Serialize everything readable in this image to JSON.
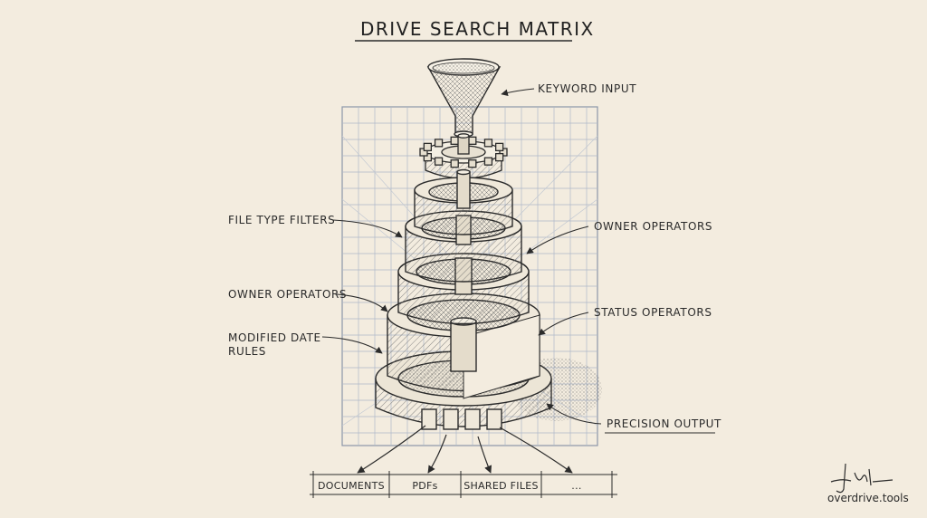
{
  "title": "DRIVE SEARCH MATRIX",
  "labels": {
    "keyword_input": "KEYWORD INPUT",
    "file_type_filters": "FILE TYPE FILTERS",
    "owner_operators_right": "OWNER OPERATORS",
    "owner_operators_left": "OWNER OPERATORS",
    "status_operators": "STATUS OPERATORS",
    "modified_date_rules_line1": "MODIFIED DATE",
    "modified_date_rules_line2": "RULES",
    "precision_output": "PRECISION OUTPUT"
  },
  "output_bins": [
    "DOCUMENTS",
    "PDFs",
    "SHARED FILES",
    "..."
  ],
  "footer": {
    "domain": "overdrive.tools"
  },
  "colors": {
    "paper": "#f3ecdf",
    "ink": "#2b2b2b",
    "grid": "#aeb9c9"
  }
}
